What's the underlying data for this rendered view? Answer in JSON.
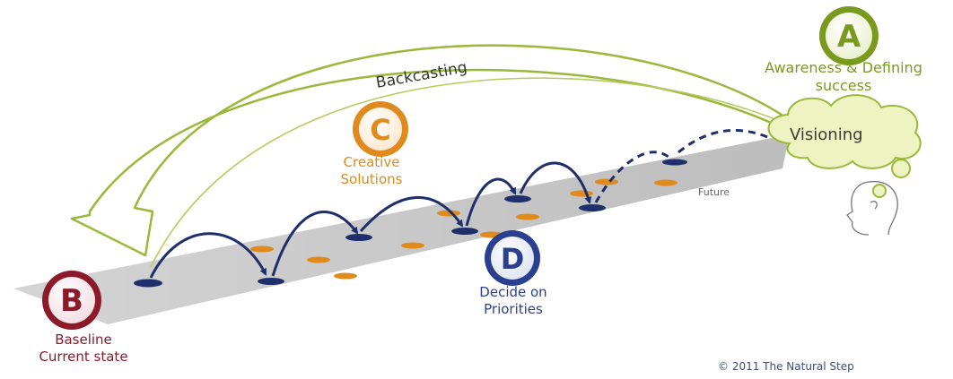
{
  "colors": {
    "green": "#7a9a1e",
    "orange": "#e08a1e",
    "navy": "#1f2f6b",
    "blue": "#2a3f8f",
    "maroon": "#8b1a2b",
    "track": "#c9c9c9",
    "cloud": "#eef3c2"
  },
  "steps": {
    "a": {
      "letter": "A",
      "label_line1": "Awareness & Defining",
      "label_line2": "success"
    },
    "b": {
      "letter": "B",
      "label_line1": "Baseline",
      "label_line2": "Current state"
    },
    "c": {
      "letter": "C",
      "label_line1": "Creative",
      "label_line2": "Solutions"
    },
    "d": {
      "letter": "D",
      "label_line1": "Decide on",
      "label_line2": "Priorities"
    }
  },
  "backcasting_label": "Backcasting",
  "visioning_label": "Visioning",
  "future_label": "Future",
  "copyright": "© 2011 The Natural Step",
  "icons": [
    "head-profile-icon",
    "thought-cloud-icon"
  ]
}
